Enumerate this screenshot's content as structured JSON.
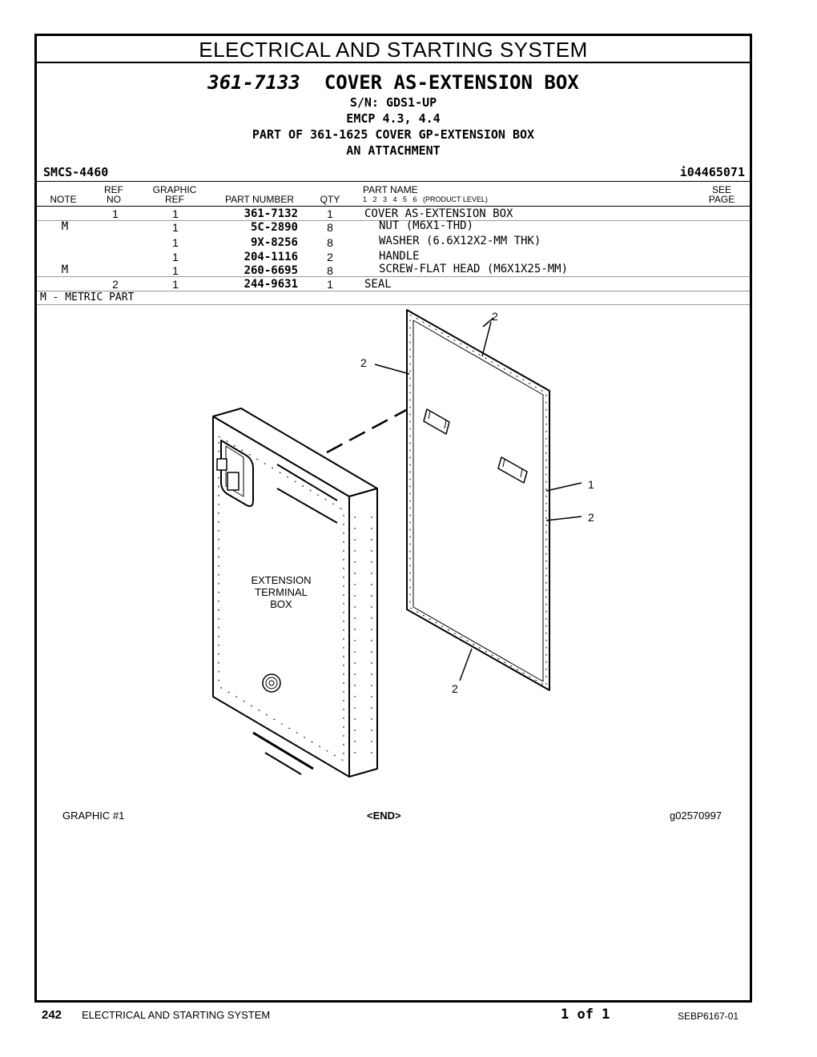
{
  "section_title": "ELECTRICAL AND STARTING SYSTEM",
  "header": {
    "part_number": "361-7133",
    "part_name": "COVER AS-EXTENSION BOX",
    "lines": [
      "S/N: GDS1-UP",
      "EMCP 4.3, 4.4",
      "PART OF 361-1625 COVER GP-EXTENSION BOX",
      "AN ATTACHMENT"
    ]
  },
  "smcs": "SMCS-4460",
  "illustration_id": "i04465071",
  "columns": {
    "note": "NOTE",
    "ref": [
      "REF",
      "NO"
    ],
    "graphic": [
      "GRAPHIC",
      "REF"
    ],
    "part_number": "PART NUMBER",
    "qty": "QTY",
    "part_name": "PART NAME",
    "levels": "1   2   3   4   5   6   (PRODUCT LEVEL)",
    "see": [
      "SEE",
      "PAGE"
    ]
  },
  "rows": [
    {
      "note": "",
      "ref": "1",
      "graphic": "1",
      "part_number": "361-7132",
      "qty": "1",
      "name": "COVER AS-EXTENSION BOX",
      "indent": 0
    },
    {
      "note": "M",
      "ref": "",
      "graphic": "1",
      "part_number": "5C-2890",
      "qty": "8",
      "name": "NUT (M6X1-THD)",
      "indent": 1
    },
    {
      "note": "",
      "ref": "",
      "graphic": "1",
      "part_number": "9X-8256",
      "qty": "8",
      "name": "WASHER (6.6X12X2-MM THK)",
      "indent": 1
    },
    {
      "note": "",
      "ref": "",
      "graphic": "1",
      "part_number": "204-1116",
      "qty": "2",
      "name": "HANDLE",
      "indent": 1
    },
    {
      "note": "M",
      "ref": "",
      "graphic": "1",
      "part_number": "260-6695",
      "qty": "8",
      "name": "SCREW-FLAT HEAD (M6X1X25-MM)",
      "indent": 1
    },
    {
      "note": "",
      "ref": "2",
      "graphic": "1",
      "part_number": "244-9631",
      "qty": "1",
      "name": "SEAL",
      "indent": 0
    }
  ],
  "metric_note": "M - METRIC PART",
  "drawing": {
    "box_label": [
      "EXTENSION",
      "TERMINAL",
      "BOX"
    ],
    "callouts": [
      "2",
      "2",
      "1",
      "2",
      "2"
    ]
  },
  "graphic_label": "GRAPHIC #1",
  "end_label": "<END>",
  "graphic_id": "g02570997",
  "footer": {
    "page": "242",
    "section": "ELECTRICAL AND STARTING SYSTEM",
    "of": "1 of 1",
    "doc": "SEBP6167-01"
  }
}
